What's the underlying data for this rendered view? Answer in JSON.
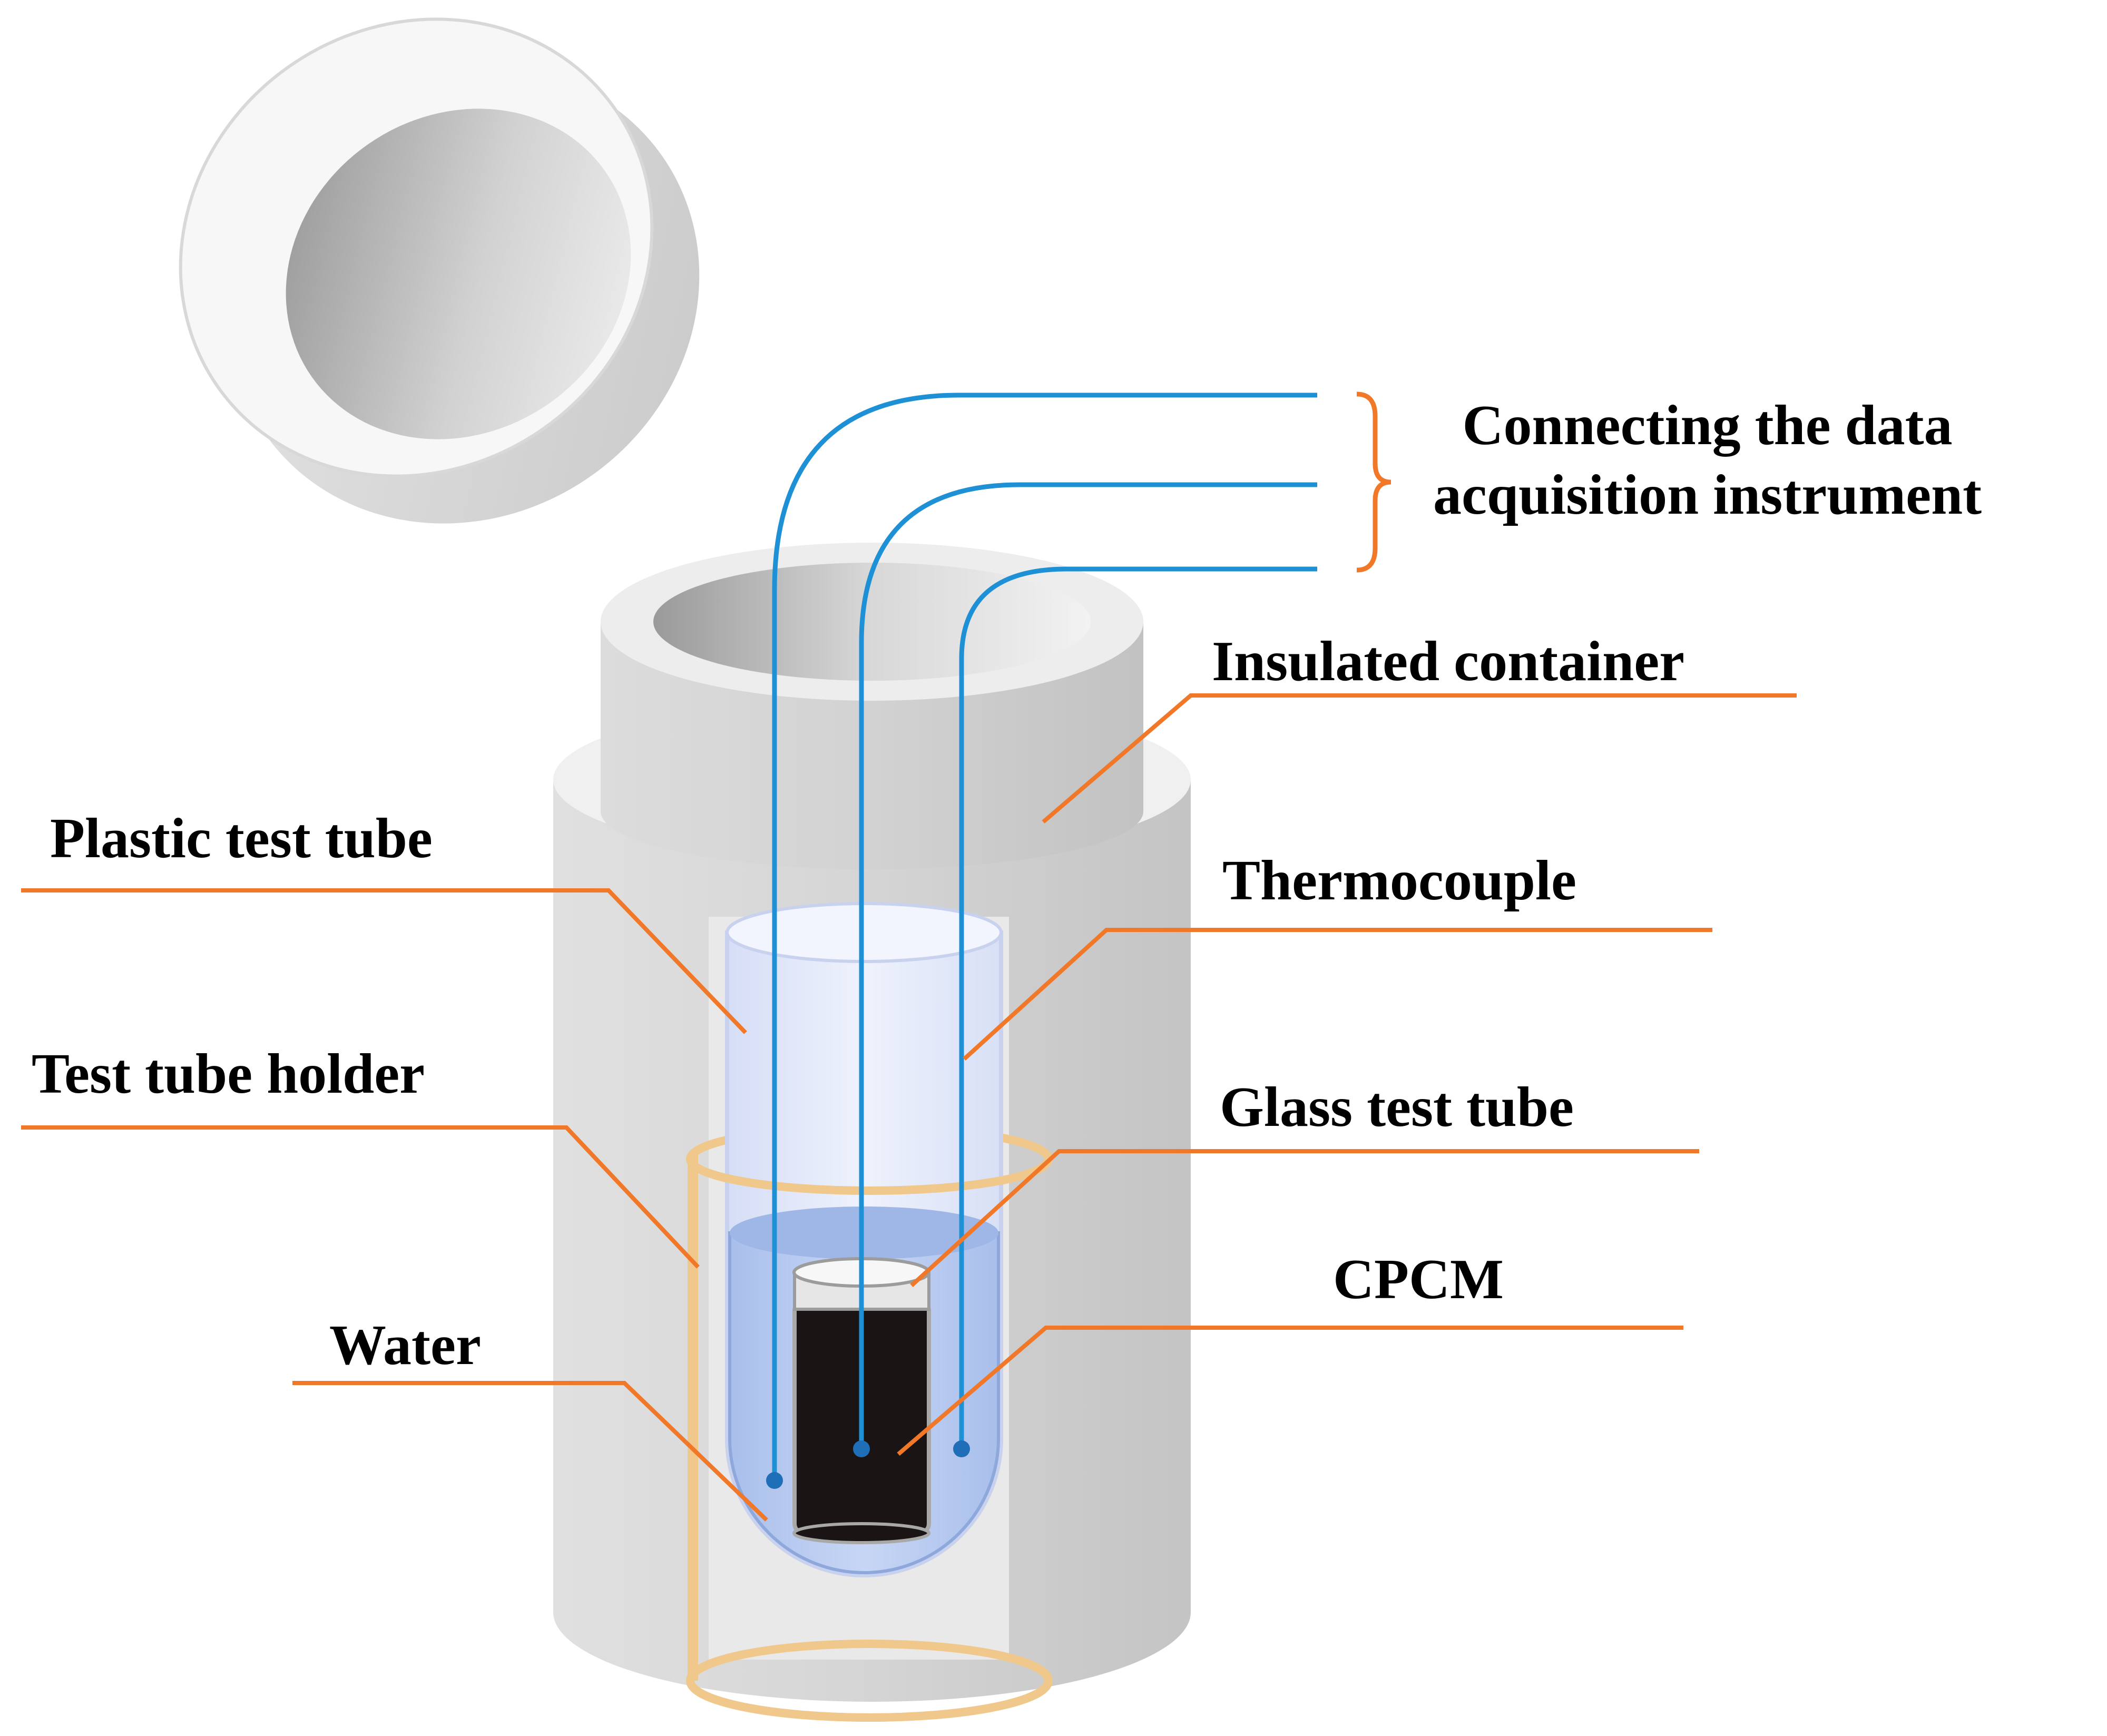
{
  "labels": {
    "connecting_line1": "Connecting the data",
    "connecting_line2": "acquisition instrument",
    "insulated_container": "Insulated container",
    "plastic_test_tube": "Plastic test tube",
    "thermocouple": "Thermocouple",
    "test_tube_holder": "Test tube holder",
    "glass_test_tube": "Glass test tube",
    "water": "Water",
    "cpcm": "CPCM"
  },
  "colors": {
    "leader": "#f07828",
    "wire": "#1e90d6",
    "container_light": "#e2e2e2",
    "container_dark": "#bdbdbd",
    "holder": "#f0c88c",
    "water": "#b8cdf0",
    "cpcm": "#1a1414",
    "plastic_tube": "#dfe6f8"
  }
}
